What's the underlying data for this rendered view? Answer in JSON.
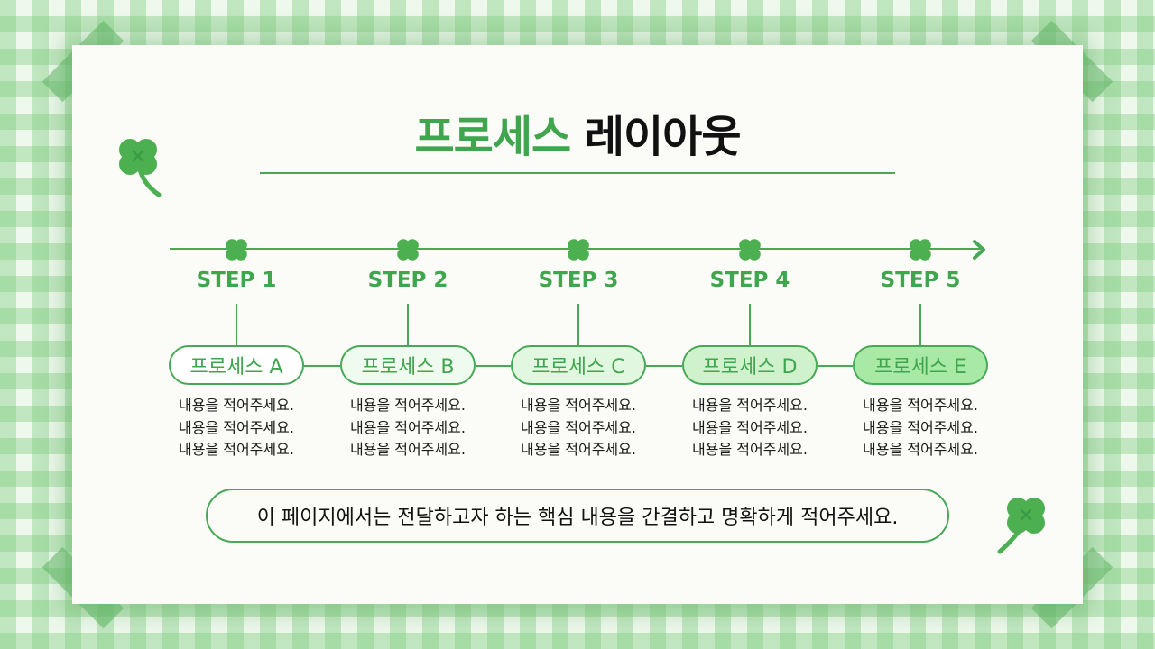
{
  "title": {
    "accent": "프로세스",
    "rest": "레이아웃"
  },
  "colors": {
    "accent": "#3fa64e",
    "line": "#48a858",
    "clover": "#4caf50",
    "pill_fills": [
      "#ffffff",
      "#f0fbef",
      "#e1f7df",
      "#cff2cc",
      "#a9e9a6"
    ]
  },
  "steps": [
    {
      "label": "STEP 1",
      "process": "프로세스 A",
      "lines": [
        "내용을 적어주세요.",
        "내용을 적어주세요.",
        "내용을 적어주세요."
      ]
    },
    {
      "label": "STEP 2",
      "process": "프로세스 B",
      "lines": [
        "내용을 적어주세요.",
        "내용을 적어주세요.",
        "내용을 적어주세요."
      ]
    },
    {
      "label": "STEP 3",
      "process": "프로세스 C",
      "lines": [
        "내용을 적어주세요.",
        "내용을 적어주세요.",
        "내용을 적어주세요."
      ]
    },
    {
      "label": "STEP 4",
      "process": "프로세스 D",
      "lines": [
        "내용을 적어주세요.",
        "내용을 적어주세요.",
        "내용을 적어주세요."
      ]
    },
    {
      "label": "STEP 5",
      "process": "프로세스 E",
      "lines": [
        "내용을 적어주세요.",
        "내용을 적어주세요.",
        "내용을 적어주세요."
      ]
    }
  ],
  "summary": "이 페이지에서는 전달하고자 하는 핵심 내용을 간결하고 명확하게 적어주세요.",
  "icons": {
    "timeline_node": "four-leaf-clover-icon",
    "timeline_end": "chevron-right-icon",
    "decoration": "clover-sticker-icon"
  }
}
